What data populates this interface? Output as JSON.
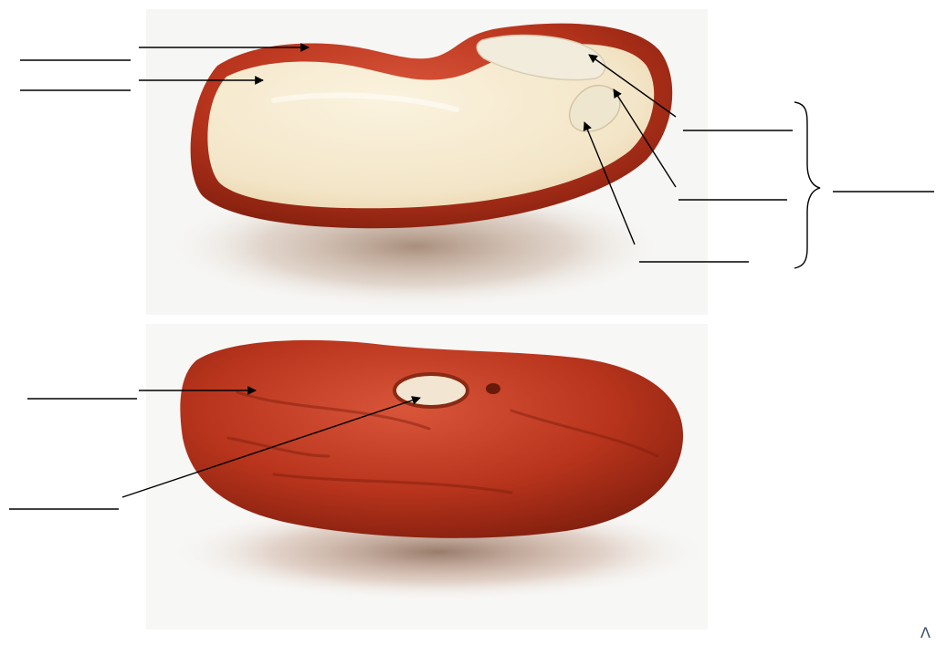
{
  "diagram": {
    "blanks": [
      {
        "id": "seed-coat-top-blank",
        "answer": ""
      },
      {
        "id": "cotyledon-blank",
        "answer": ""
      },
      {
        "id": "plumule-blank",
        "answer": ""
      },
      {
        "id": "hypocotyl-blank",
        "answer": ""
      },
      {
        "id": "radicle-blank",
        "answer": ""
      },
      {
        "id": "embryo-bracket-blank",
        "answer": ""
      },
      {
        "id": "seed-coat-bottom-blank",
        "answer": ""
      },
      {
        "id": "hilum-blank",
        "answer": ""
      }
    ],
    "corner_mark": "Λ"
  },
  "colors": {
    "seed_coat": "#b8341c",
    "seed_coat_dark": "#7a1c0c",
    "cotyledon": "#f4e8cc",
    "embryo": "#f1ecdc",
    "line": "#000000"
  }
}
